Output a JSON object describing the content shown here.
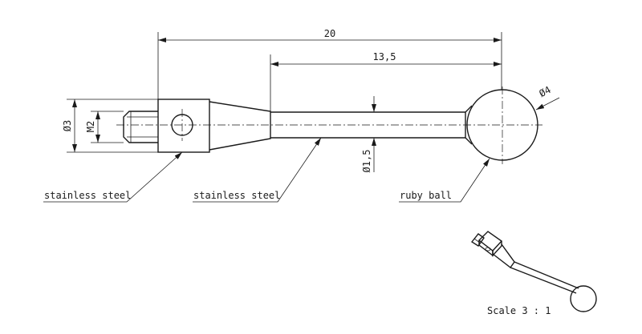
{
  "drawing": {
    "dimensions": {
      "overall_length": "20",
      "stylus_length": "13,5",
      "shank_diameter": "Ø3",
      "thread": "M2",
      "stem_diameter": "Ø1,5",
      "ball_diameter": "Ø4"
    },
    "labels": {
      "body_material": "stainless steel",
      "stem_material": "stainless steel",
      "tip_material": "ruby ball"
    },
    "scale": "Scale 3 : 1"
  }
}
